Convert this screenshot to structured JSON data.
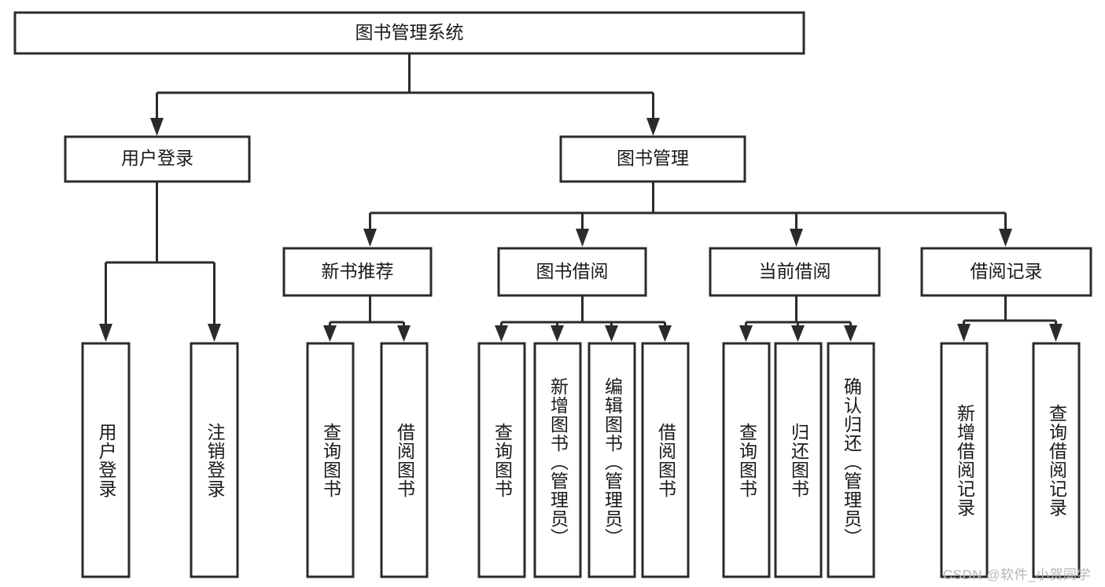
{
  "diagram": {
    "type": "tree",
    "title": "图书管理系统",
    "watermark": "CSDN @软件_小贺同学",
    "colors": {
      "stroke": "#2b2b2b",
      "fill": "#ffffff",
      "text": "#1a1a1a",
      "watermark": "#b6b6b6",
      "background": "#ffffff"
    },
    "levels": {
      "root": {
        "label": "图书管理系统"
      },
      "level2": [
        {
          "label": "用户登录"
        },
        {
          "label": "图书管理"
        }
      ],
      "level3": [
        {
          "label": "新书推荐"
        },
        {
          "label": "图书借阅"
        },
        {
          "label": "当前借阅"
        },
        {
          "label": "借阅记录"
        }
      ]
    },
    "leaves": {
      "user_login": [
        {
          "label": "用户登录"
        },
        {
          "label": "注销登录"
        }
      ],
      "new_book_recommend": [
        {
          "label": "查询图书"
        },
        {
          "label": "借阅图书"
        }
      ],
      "book_borrow": [
        {
          "label": "查询图书"
        },
        {
          "label": "新增图书（管理员）"
        },
        {
          "label": "编辑图书（管理员）"
        },
        {
          "label": "借阅图书"
        }
      ],
      "current_borrow": [
        {
          "label": "查询图书"
        },
        {
          "label": "归还图书"
        },
        {
          "label": "确认归还（管理员）"
        }
      ],
      "borrow_record": [
        {
          "label": "新增借阅记录"
        },
        {
          "label": "查询借阅记录"
        }
      ]
    }
  }
}
